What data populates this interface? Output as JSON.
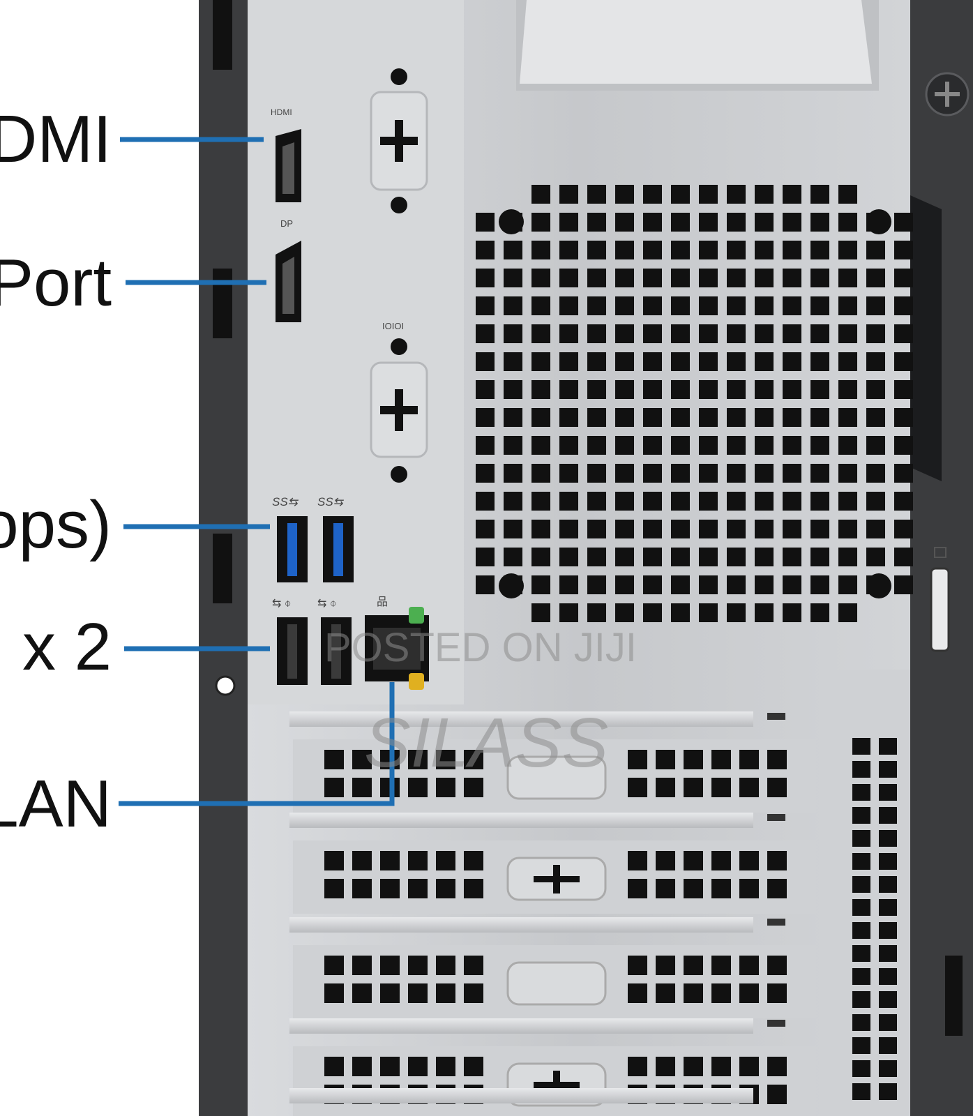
{
  "callouts": {
    "hdmi": "DMI",
    "displayport": "Port",
    "usb_gen": "ops)",
    "usb2": ") x 2",
    "lan": "LAN"
  },
  "port_labels": {
    "hdmi": "HDMI",
    "displayport": "DP",
    "serial": "IOIOI"
  },
  "watermarks": {
    "posted": "POSTED ON JIJI",
    "seller": "SILASS"
  },
  "colors": {
    "callout_line": "#1f6fb3",
    "chassis": "#cfd1d4",
    "frame": "#3b3c3e",
    "usb3_blue": "#1e63c8",
    "led_green": "#4caf50",
    "led_amber": "#e0b020"
  }
}
